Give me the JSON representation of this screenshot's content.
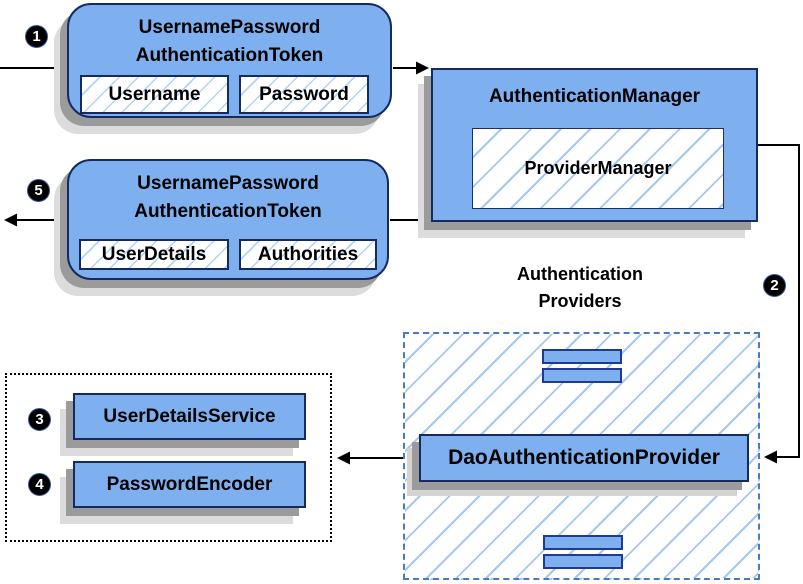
{
  "badges": {
    "step1": "1",
    "step2": "2",
    "step3": "3",
    "step4": "4",
    "step5": "5"
  },
  "request_token": {
    "title_line1": "UsernamePassword",
    "title_line2": "AuthenticationToken",
    "field1": "Username",
    "field2": "Password"
  },
  "authentication_manager": {
    "title": "AuthenticationManager",
    "inner_label": "ProviderManager"
  },
  "response_token": {
    "title_line1": "UsernamePassword",
    "title_line2": "AuthenticationToken",
    "field1": "UserDetails",
    "field2": "Authorities"
  },
  "providers": {
    "label_line1": "Authentication",
    "label_line2": "Providers",
    "dao_label": "DaoAuthenticationProvider"
  },
  "services": {
    "user_details_service": "UserDetailsService",
    "password_encoder": "PasswordEncoder"
  },
  "colors": {
    "box_fill": "#7eb0f0",
    "box_border": "#172a5e",
    "bar_border": "#1f3a93",
    "hatch_line": "#a5c8ef",
    "dashed_border": "#4a7bbe",
    "dotted_border": "#000000",
    "shadow_dark": "#9b9b9b",
    "shadow_light": "#dcdcdc",
    "connector": "#000000",
    "badge_bg": "#000000",
    "badge_text": "#ffffff"
  }
}
